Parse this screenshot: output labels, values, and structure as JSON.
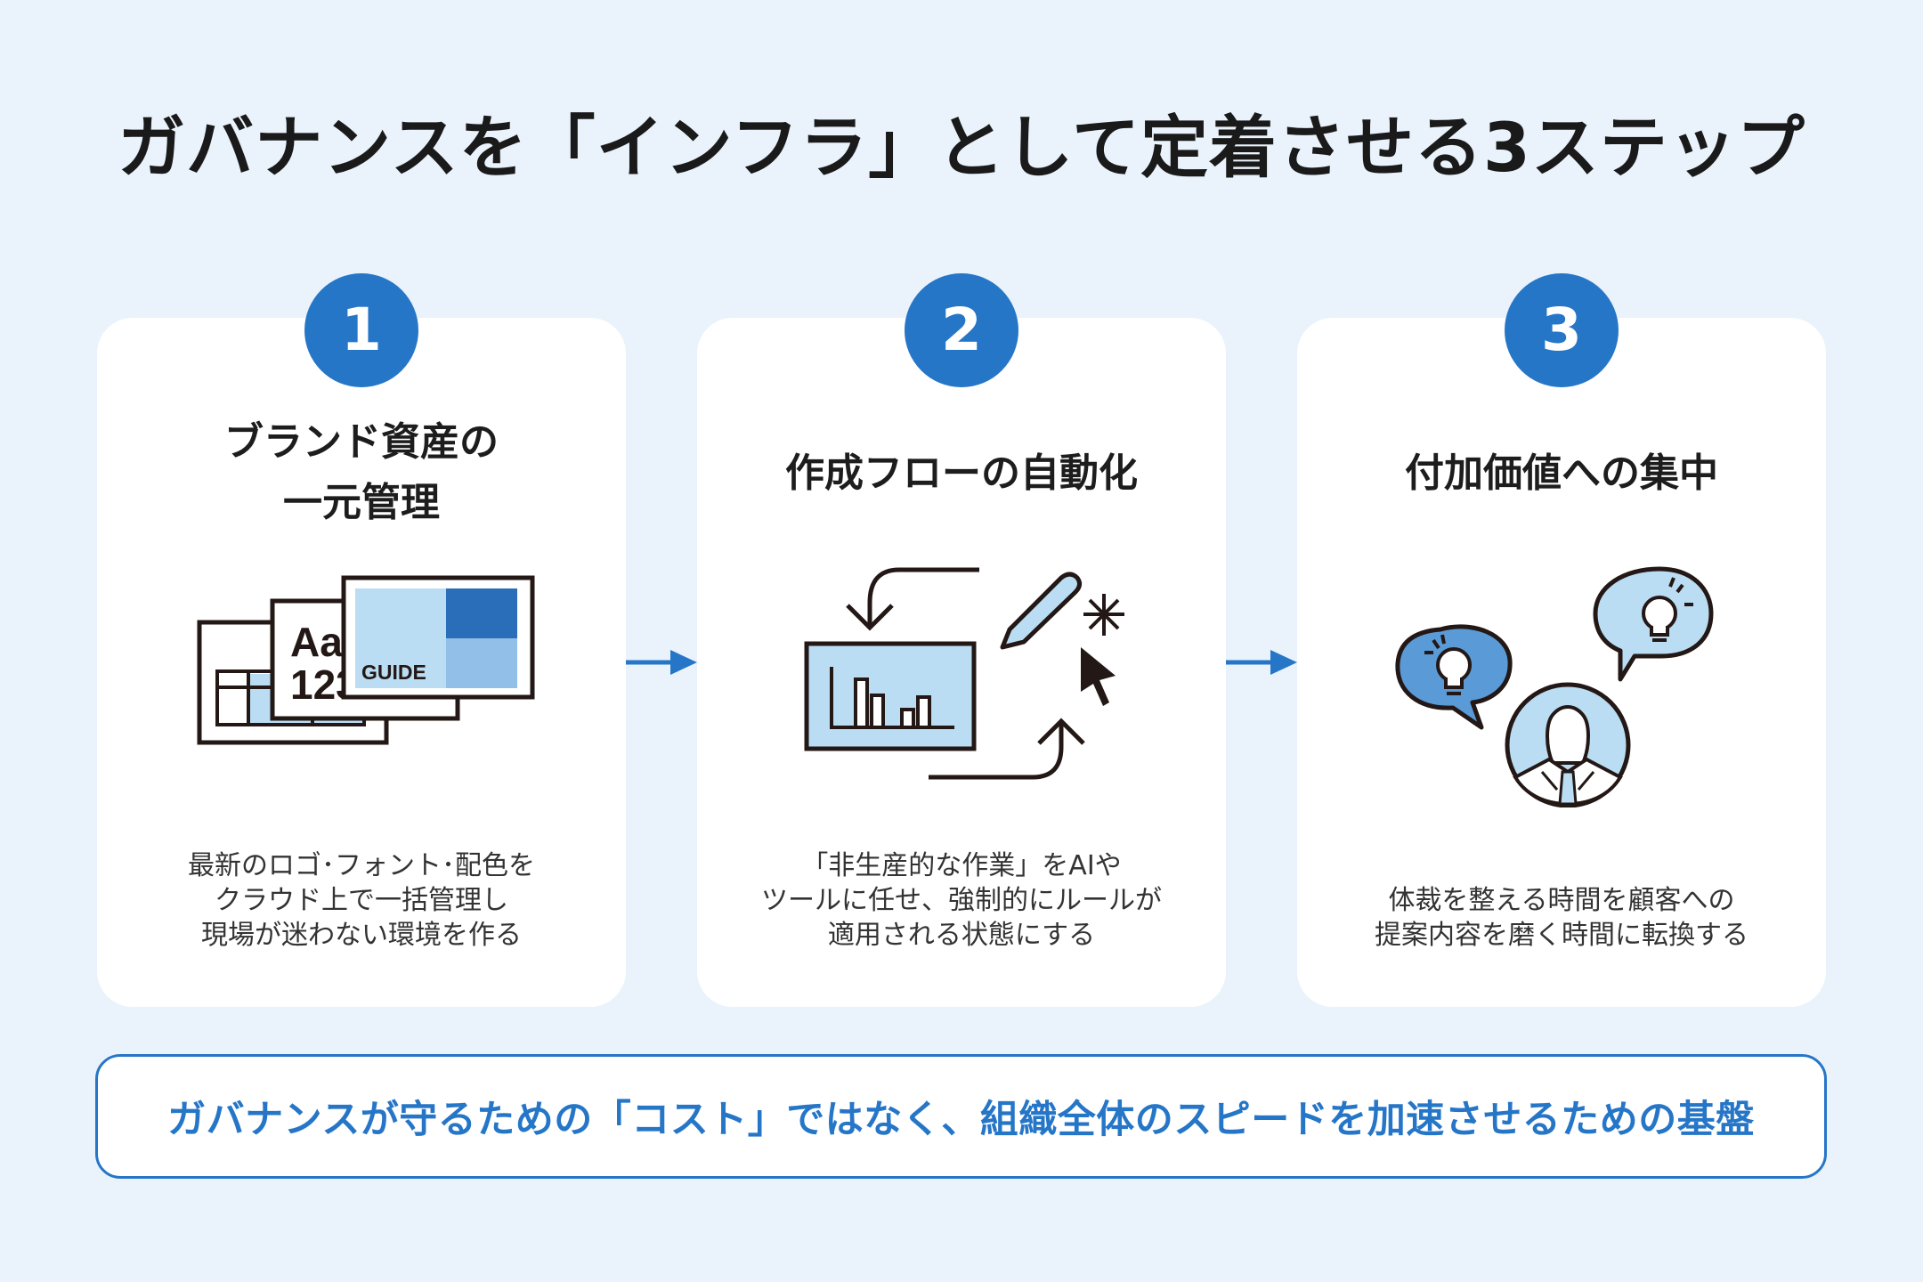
{
  "title": "ガバナンスを「インフラ」として定着させる3ステップ",
  "colors": {
    "background": "#EAF3FC",
    "accent": "#2676C8",
    "light_blue": "#BADDF3",
    "mid_blue": "#92BFE8",
    "dark_blue": "#2A6DB8",
    "ink": "#231815"
  },
  "steps": [
    {
      "number": "1",
      "heading_lines": [
        "ブランド資産の",
        "一元管理"
      ],
      "icon": "brand-assets-icon",
      "illustration_text": {
        "font_sample": "Aa",
        "number_sample": "123",
        "guide_label": "GUIDE"
      },
      "body_lines": [
        "最新のロゴ･フォント･配色を",
        "クラウド上で一括管理し",
        "現場が迷わない環境を作る"
      ]
    },
    {
      "number": "2",
      "heading_lines": [
        "作成フローの自動化"
      ],
      "icon": "automation-flow-icon",
      "body_lines": [
        "「非生産的な作業」をAIや",
        "ツールに任せ、強制的にルールが",
        "適用される状態にする"
      ]
    },
    {
      "number": "3",
      "heading_lines": [
        "付加価値への集中"
      ],
      "icon": "value-focus-icon",
      "body_lines": [
        "体裁を整える時間を顧客への",
        "提案内容を磨く時間に転換する"
      ]
    }
  ],
  "summary": "ガバナンスが守るための「コスト」ではなく、組織全体のスピードを加速させるための基盤"
}
